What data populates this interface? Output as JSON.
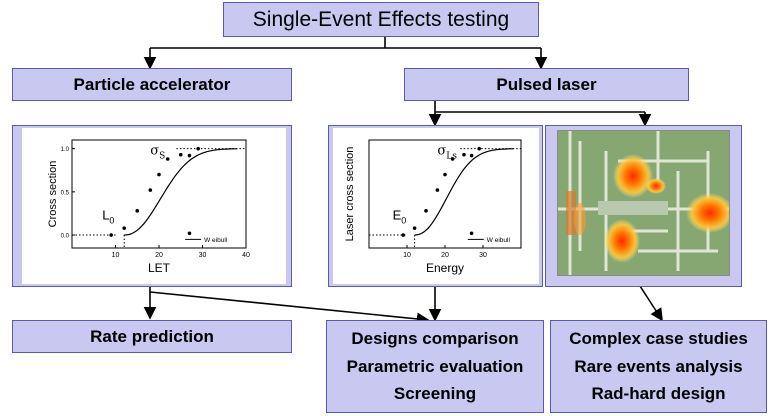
{
  "top": {
    "title": "Single-Event Effects testing"
  },
  "branches": {
    "left": "Particle accelerator",
    "right": "Pulsed laser"
  },
  "results": {
    "left": [
      "Rate prediction"
    ],
    "middle": [
      "Designs comparison",
      "Parametric evaluation",
      "Screening"
    ],
    "right": [
      "Complex case studies",
      "Rare events analysis",
      "Rad-hard design"
    ]
  },
  "colors": {
    "box_fill": "#c8c8f0",
    "box_border": "#5a5ab4",
    "curve": "#000000"
  },
  "chart_data": [
    {
      "type": "scatter",
      "xlabel": "LET",
      "ylabel": "Cross section",
      "xlim": [
        0,
        40
      ],
      "ylim": [
        -0.15,
        1.1
      ],
      "xticks": [
        "10",
        "20",
        "30",
        "40"
      ],
      "yticks": [
        "0.0",
        "0.5",
        "1.0"
      ],
      "legend": "W eibull",
      "annotations": {
        "threshold": "L",
        "threshold_sub": "0",
        "saturation": "σ",
        "saturation_sub": "S"
      },
      "points": [
        [
          9,
          0.0
        ],
        [
          12,
          0.08
        ],
        [
          15,
          0.28
        ],
        [
          18,
          0.52
        ],
        [
          20,
          0.7
        ],
        [
          22,
          0.88
        ],
        [
          25,
          0.93
        ],
        [
          27,
          0.92
        ],
        [
          29,
          1.0
        ],
        [
          27,
          0.02
        ]
      ],
      "threshold_x": 12
    },
    {
      "type": "scatter",
      "xlabel": "Energy",
      "ylabel": "Laser cross section",
      "xlim": [
        0,
        40
      ],
      "ylim": [
        -0.15,
        1.1
      ],
      "xticks": [
        "10",
        "20",
        "30"
      ],
      "yticks": [],
      "legend": "W eibull",
      "annotations": {
        "threshold": "E",
        "threshold_sub": "0",
        "saturation": "σ",
        "saturation_sub": "Ls"
      },
      "points": [
        [
          9,
          0.0
        ],
        [
          12,
          0.08
        ],
        [
          15,
          0.28
        ],
        [
          18,
          0.52
        ],
        [
          20,
          0.7
        ],
        [
          22,
          0.88
        ],
        [
          25,
          0.93
        ],
        [
          27,
          0.92
        ],
        [
          29,
          1.0
        ],
        [
          27,
          0.02
        ]
      ],
      "threshold_x": 12
    }
  ]
}
